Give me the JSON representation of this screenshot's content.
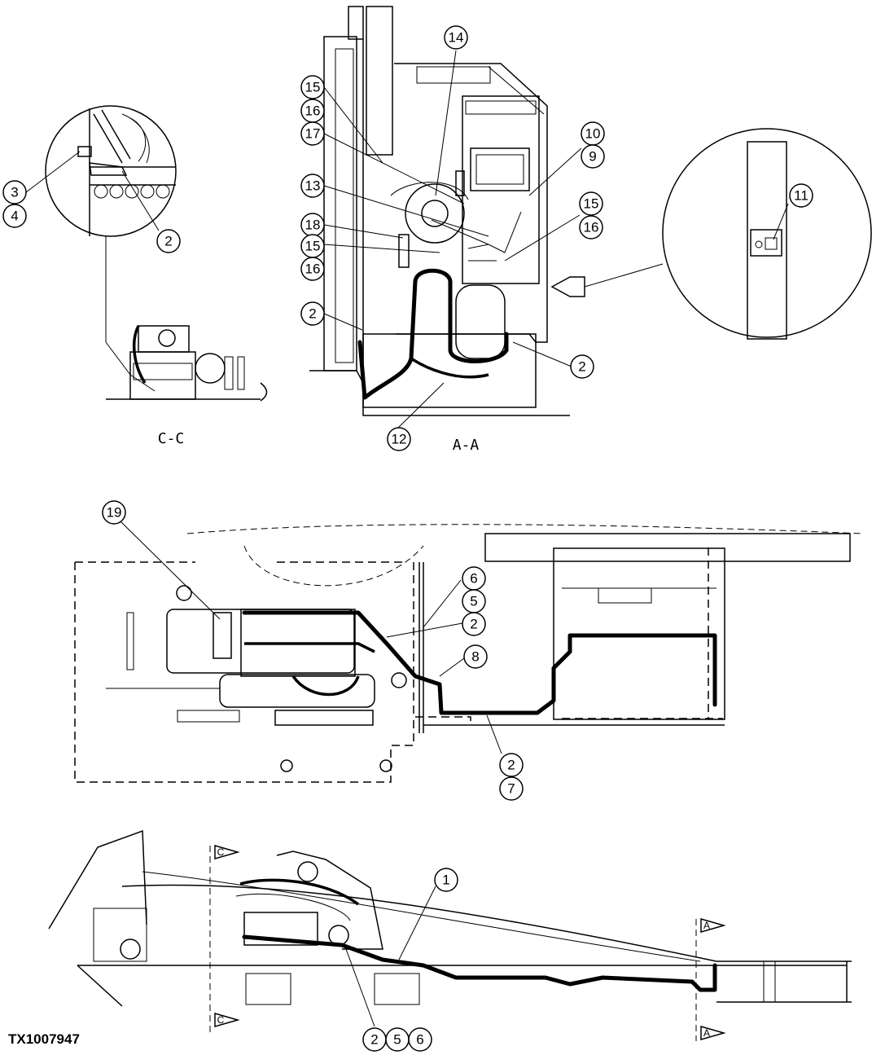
{
  "figure_id": "TX1007947",
  "views": {
    "c_c": "C-C",
    "a_a": "A-A"
  },
  "section_markers": {
    "c": "C",
    "a": "A"
  },
  "callouts": {
    "n1": "1",
    "n2": "2",
    "n3": "3",
    "n4": "4",
    "n5": "5",
    "n6": "6",
    "n7": "7",
    "n8": "8",
    "n9": "9",
    "n10": "10",
    "n11": "11",
    "n12": "12",
    "n13": "13",
    "n14": "14",
    "n15": "15",
    "n16": "16",
    "n17": "17",
    "n18": "18",
    "n19": "19"
  }
}
